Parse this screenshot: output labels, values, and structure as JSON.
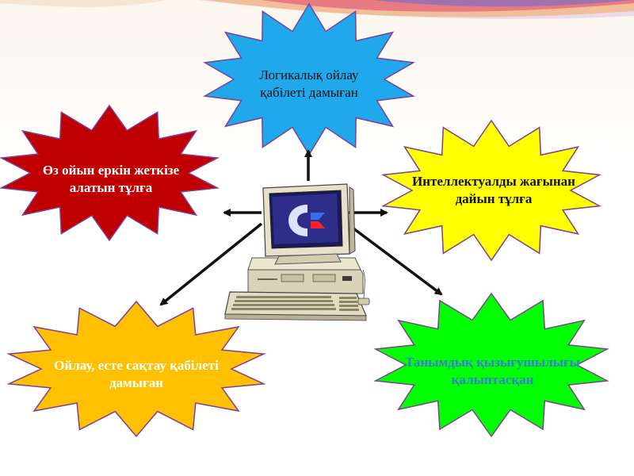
{
  "colors": {
    "top_burst": "#1fa9ec",
    "left_burst": "#c00000",
    "right_burst": "#ffff00",
    "bottom_left_burst": "#ffc000",
    "bottom_right_burst": "#00ff00",
    "outline": "#7f3f98",
    "arrow": "#111111"
  },
  "nodes": {
    "top": "Логикалық ойлау қабілеті дамыған",
    "left": "Өз ойын еркін жеткізе алатын тұлға",
    "right": "Интеллектуалды жағынан дайын тұлға",
    "bottom_left": "Ойлау, есте сақтау қабілеті дамыған",
    "bottom_right": "Танымдық қызығушылығы қалыптасқан"
  },
  "center": {
    "icon": "computer-icon"
  }
}
